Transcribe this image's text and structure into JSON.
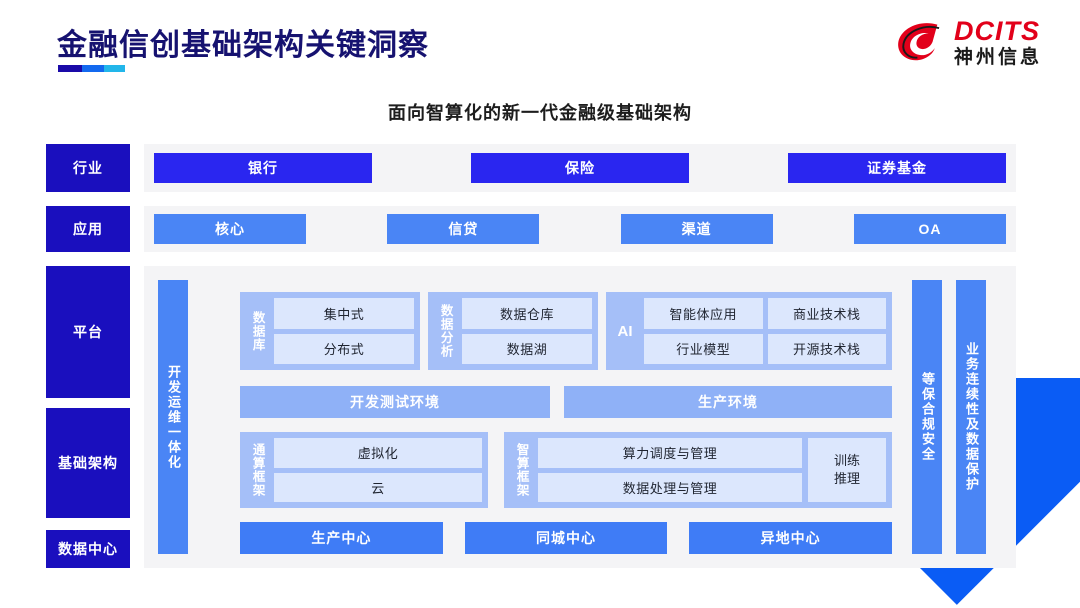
{
  "header": {
    "title": "金融信创基础架构关键洞察",
    "logo": {
      "mark": "dcits-swirl-logo",
      "en": "DCITS",
      "cn": "神州信息"
    }
  },
  "subtitle": "面向智算化的新一代金融级基础架构",
  "stack_labels": [
    {
      "id": "industry",
      "label": "行业"
    },
    {
      "id": "application",
      "label": "应用"
    },
    {
      "id": "platform",
      "label": "平台"
    },
    {
      "id": "infrastructure",
      "label": "基础架构"
    },
    {
      "id": "datacenter",
      "label": "数据中心"
    }
  ],
  "industry_row": [
    {
      "label": "银行"
    },
    {
      "label": "保险"
    },
    {
      "label": "证券基金"
    }
  ],
  "application_row": [
    {
      "label": "核心"
    },
    {
      "label": "信贷"
    },
    {
      "label": "渠道"
    },
    {
      "label": "OA"
    }
  ],
  "side_bars": {
    "devops": "开发运维一体化",
    "security": "等保合规安全",
    "continuity": "业务连续性及数据保护"
  },
  "platform": {
    "database": {
      "title": "数据库",
      "cells": [
        "集中式",
        "分布式"
      ]
    },
    "data_analysis": {
      "title": "数据分析",
      "cells": [
        "数据仓库",
        "数据湖"
      ]
    },
    "ai": {
      "title": "AI",
      "cells": [
        "智能体应用",
        "商业技术栈",
        "行业模型",
        "开源技术栈"
      ]
    },
    "environments": [
      {
        "label": "开发测试环境"
      },
      {
        "label": "生产环境"
      }
    ]
  },
  "infrastructure": {
    "general_compute": {
      "title": "通算框架",
      "cells": [
        "虚拟化",
        "云"
      ]
    },
    "intelligent_compute": {
      "title": "智算框架",
      "cells": [
        "算力调度与管理",
        "数据处理与管理"
      ],
      "side_cell": {
        "line1": "训练",
        "line2": "推理"
      }
    }
  },
  "datacenter_row": [
    {
      "label": "生产中心"
    },
    {
      "label": "同城中心"
    },
    {
      "label": "异地中心"
    }
  ],
  "colors": {
    "title_navy": "#161270",
    "stack_label_blue": "#1a0fbe",
    "industry_chip": "#2a26f0",
    "application_chip": "#4a85f5",
    "group_blue": "#a5bff8",
    "cell_blue": "#dce7fd",
    "env_blue": "#8fb1f7",
    "datacenter_chip": "#3f7cf6",
    "panel_gray": "#f4f4f6",
    "logo_red": "#e2001a"
  }
}
